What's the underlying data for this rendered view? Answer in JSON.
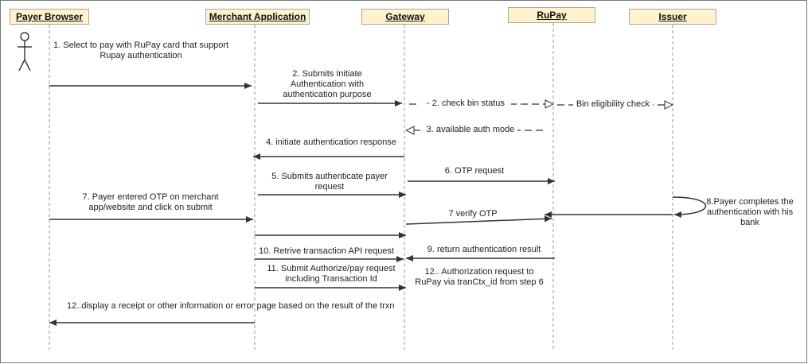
{
  "actors": [
    {
      "label": "Payer Browser"
    },
    {
      "label": "Merchant Application"
    },
    {
      "label": "Gateway"
    },
    {
      "label": "RuPay"
    },
    {
      "label": "Issuer"
    }
  ],
  "messages": [
    {
      "lines": [
        "1. Select to pay with RuPay card that support",
        "Rupay authentication"
      ],
      "style": "solid"
    },
    {
      "lines": [
        "2. Submits Initiate",
        "Authentication with",
        "authentication purpose"
      ],
      "style": "solid"
    },
    {
      "lines": [
        "- 2. check bin status"
      ],
      "style": "dashed"
    },
    {
      "lines": [
        "Bin eligibility check"
      ],
      "style": "dashed"
    },
    {
      "lines": [
        "3. available auth mode"
      ],
      "style": "dashed"
    },
    {
      "lines": [
        "4. initiate authentication response"
      ],
      "style": "solid"
    },
    {
      "lines": [
        "5. Submits authenticate payer",
        "request"
      ],
      "style": "solid"
    },
    {
      "lines": [
        "6. OTP request"
      ],
      "style": "solid"
    },
    {
      "lines": [
        "7. Payer entered OTP on merchant",
        "app/website and click on submit"
      ],
      "style": "solid"
    },
    {
      "lines": [
        "8.Payer completes the",
        "authentication with his",
        "bank"
      ],
      "style": "self"
    },
    {
      "lines": [
        "7  verify OTP"
      ],
      "style": "solid"
    },
    {
      "lines": [],
      "style": "solid"
    },
    {
      "lines": [
        "9.  return authentication result"
      ],
      "style": "solid"
    },
    {
      "lines": [
        "10. Retrive transaction API request"
      ],
      "style": "solid"
    },
    {
      "lines": [
        "11. Submit Authorize/pay request",
        "including Transaction Id"
      ],
      "style": "solid"
    },
    {
      "lines": [
        "12.. Authorization request to",
        "RuPay via  tranCtx_id from step 6"
      ],
      "style": "solid"
    },
    {
      "lines": [
        "12..display a receipt or other information or error page based on the result of the trxn"
      ],
      "style": "solid"
    }
  ]
}
